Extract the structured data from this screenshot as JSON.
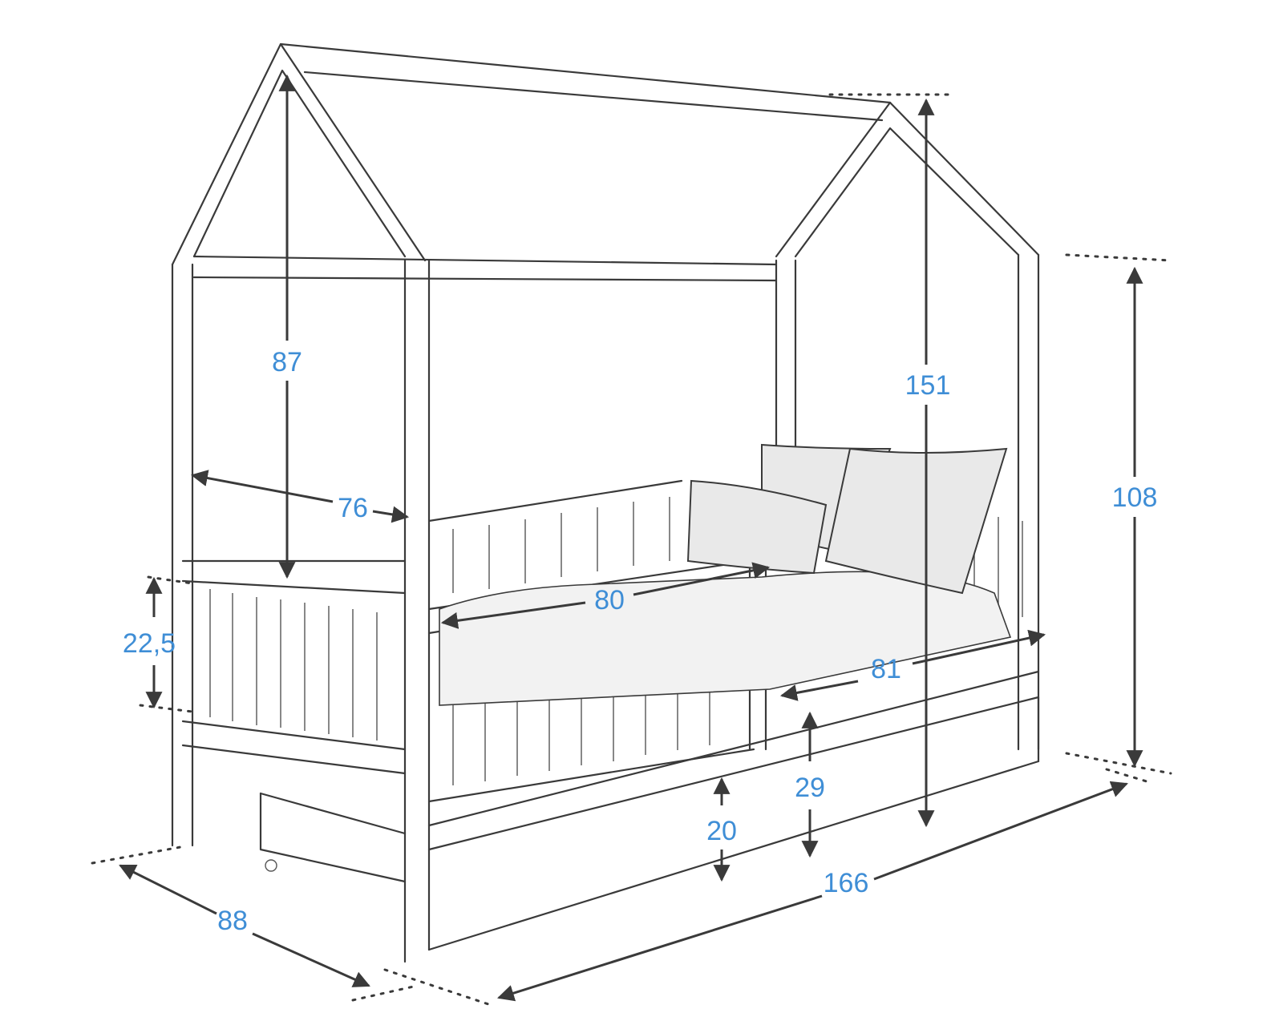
{
  "diagram": {
    "subject": "house-bed-icon",
    "colors": {
      "dimension_text": "#3f8ed6",
      "line": "#3a3a3a",
      "background": "#ffffff"
    },
    "dimensions": {
      "roof_height": "87",
      "total_height": "151",
      "wall_height": "108",
      "inner_depth": "76",
      "front_barrier": "80",
      "side_opening": "81",
      "barrier_height": "22,5",
      "bed_surface_height": "29",
      "drawer_height": "20",
      "total_length": "166",
      "total_width": "88"
    }
  }
}
